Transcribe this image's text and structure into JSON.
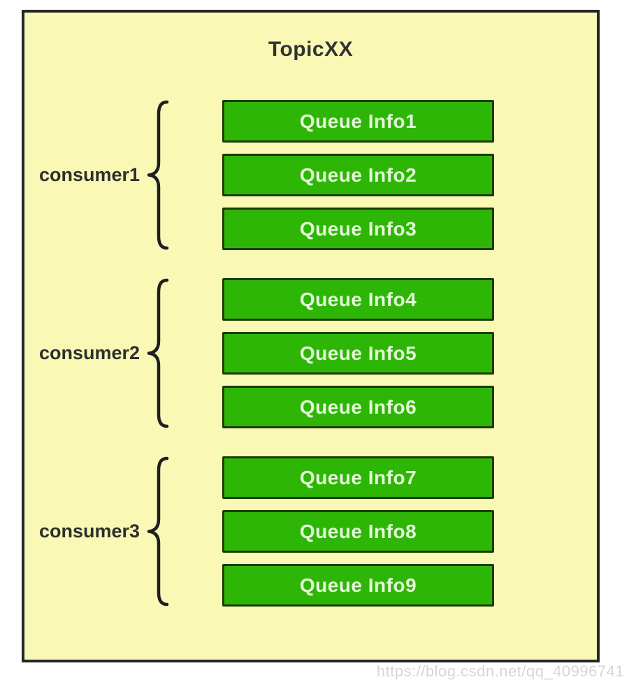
{
  "title": "TopicXX",
  "watermark": "https://blog.csdn.net/qq_40996741",
  "colors": {
    "box_bg": "#f9f9b5",
    "box_border": "#262626",
    "queue_bg": "#2eb607",
    "queue_border": "#1c3b02",
    "queue_text": "#e4f8da",
    "label_text": "#2e2e2e",
    "watermark_text": "#d2d2d2"
  },
  "groups": [
    {
      "consumer": "consumer1",
      "queues": [
        "Queue Info1",
        "Queue Info2",
        "Queue Info3"
      ]
    },
    {
      "consumer": "consumer2",
      "queues": [
        "Queue Info4",
        "Queue Info5",
        "Queue Info6"
      ]
    },
    {
      "consumer": "consumer3",
      "queues": [
        "Queue Info7",
        "Queue Info8",
        "Queue Info9"
      ]
    }
  ]
}
